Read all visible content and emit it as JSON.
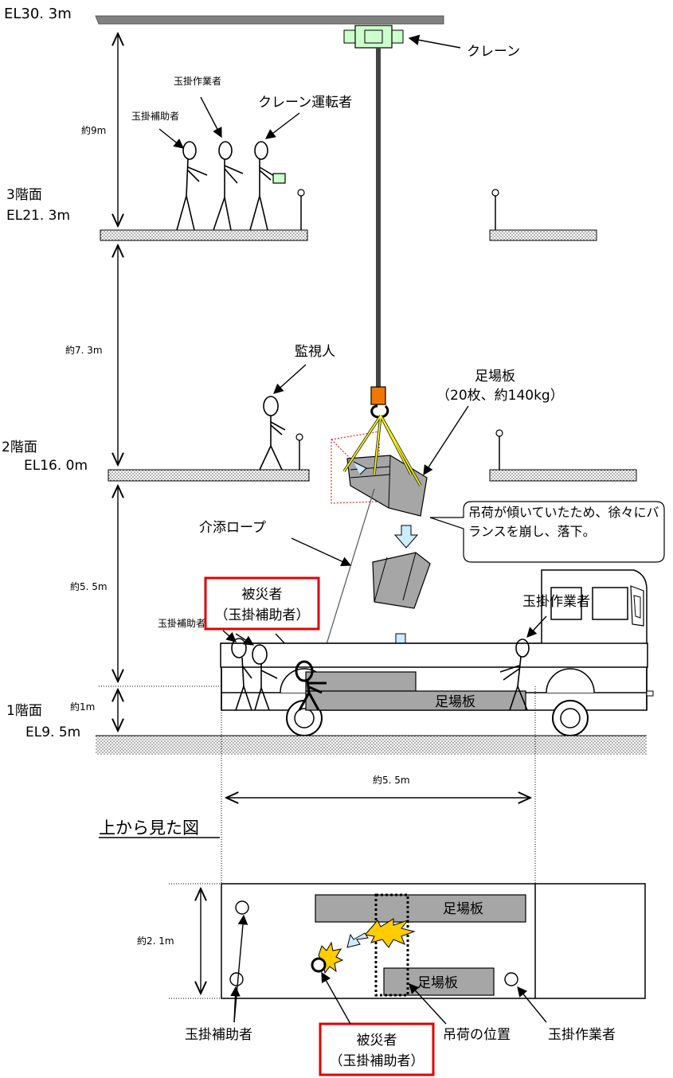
{
  "elevations": {
    "roof": "EL30. 3m",
    "floor3_label": "3階面",
    "floor3_el": "EL21. 3m",
    "floor2_label": "2階面",
    "floor2_el": "EL16. 0m",
    "floor1_label": "1階面",
    "floor1_el": "EL9. 5m"
  },
  "dimensions": {
    "d_9m": "約9m",
    "d_7_3m": "約7. 3m",
    "d_5_5m_vertical": "約5. 5m",
    "d_1m": "約1m",
    "d_5_5m_horizontal": "約5. 5m",
    "d_2_1m": "約2. 1m"
  },
  "labels": {
    "crane": "クレーン",
    "crane_operator": "クレーン運転者",
    "slinger_top": "玉掛作業者",
    "slinger_assistant_top": "玉掛補助者",
    "watchman": "監視人",
    "scaffold_board_line1": "足場板",
    "scaffold_board_line2": "（20枚、約140kg）",
    "guide_rope": "介添ロープ",
    "callout_text": "吊荷が傾いていたため、徐々にバランスを崩し、落下。",
    "victim_line1": "被災者",
    "victim_line2": "（玉掛補助者）",
    "slinger_assistant_mid": "玉掛補助者",
    "slinger_worker_mid": "玉掛作業者",
    "truck_board": "足場板",
    "top_view_title": "上から見た図",
    "plan_board_upper": "足場板",
    "plan_board_lower": "足場板",
    "plan_assistants": "玉掛補助者",
    "plan_victim_line1": "被災者",
    "plan_victim_line2": "（玉掛補助者）",
    "plan_load_position": "吊荷の位置",
    "plan_slinger": "玉掛作業者"
  },
  "colors": {
    "crane_green": "#ccffcc",
    "hook_orange": "#f07800",
    "load_gray": "#a6a6a6",
    "sling_yellow": "#ffff00",
    "arrow_blue": "#ccecff",
    "impact_yellow": "#ffcc00",
    "victim_red": "#e00000"
  }
}
